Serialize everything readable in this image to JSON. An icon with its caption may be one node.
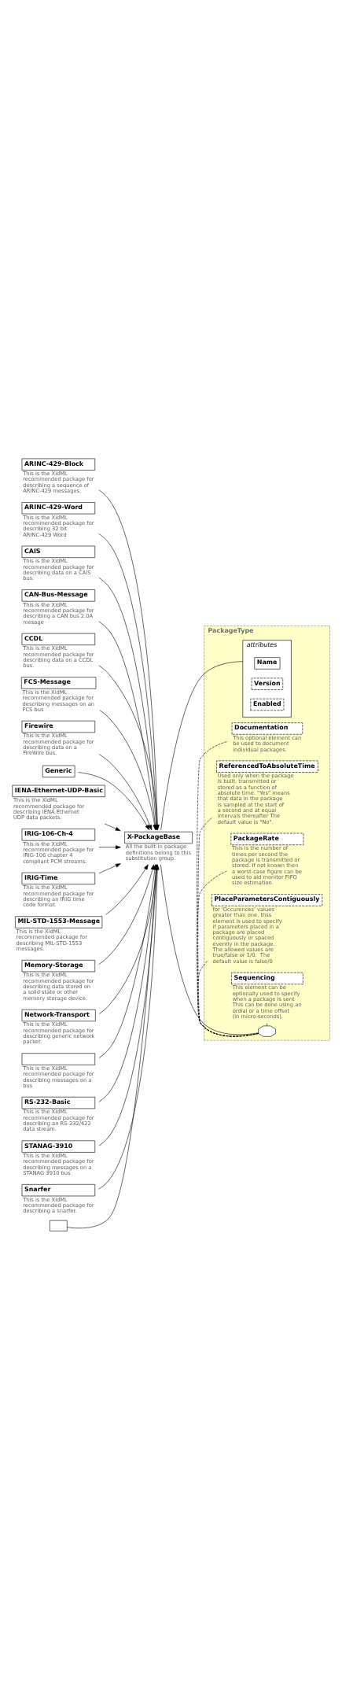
{
  "diagram": {
    "nodes": [
      {
        "text": [
          "X-PackageBase"
        ],
        "beside": [
          "All the built-in package definitions belong to this substitution group."
        ]
      },
      {
        "text": [
          "PackageType"
        ]
      },
      {
        "text": [
          "attributes"
        ],
        "in": 1
      },
      {
        "text": [
          "Name"
        ],
        "in": 2
      },
      {
        "text": [
          "Version"
        ],
        "in": 2
      },
      {
        "text": [
          "Enabled"
        ],
        "in": 2
      },
      {
        "text": [],
        "shape": "octagon",
        "in": 1
      },
      {
        "text": [
          "Documentation"
        ],
        "in": 1,
        "beside": [
          "This optional element can be used to document individual packages."
        ]
      },
      {
        "text": [
          "ReferencedToAbsoluteTime"
        ],
        "in": 1,
        "beside": [
          "Used only when the package is built, transmitted or stored as a function of absolute time. \"Yes\" means that data in the package is sampled at the start of a second and at equal intervals thereafter The default value is \"No\"."
        ]
      },
      {
        "text": [
          "PackageRate"
        ],
        "in": 1,
        "beside": [
          "This is the number of times per second the package is transmitted or stored. If not known then a worst-case figure can be used to aid monitor FIFO size estimation."
        ]
      },
      {
        "text": [
          "PlaceParametersContiguously"
        ],
        "in": 1,
        "beside": [
          "for 'Occurences' values greater than one, thss element is used to specify if parameters placed in a package are placed contiguously or spaced evently in the package.  The allowed values are true/false or 1/0.  The default value is false/0"
        ]
      },
      {
        "text": [
          "Sequencing"
        ],
        "in": 1,
        "beside": [
          "This element can be optionally used to specify when a package is sent  This can be done using an ordial or a time offset (in micro-seconds)."
        ]
      },
      {
        "text": [
          "ARINC-429-Block"
        ],
        "beside": [
          "This is the XidML recommended package for describing a sequence of ARINC-429 messages."
        ]
      },
      {
        "text": [
          "ARINC-429-Word"
        ],
        "beside": [
          "This is the XidML recommended package for describing 32 bit ARINC-429 Word"
        ]
      },
      {
        "text": [
          "CAIS"
        ],
        "beside": [
          "This is the XidML recommended package for describing data on a CAIS bus."
        ]
      },
      {
        "text": [
          "CAN-Bus-Message"
        ],
        "beside": [
          "This is the XidML recommended package for describing a CAN bus 2.0A mesage"
        ]
      },
      {
        "text": [
          "CCDL"
        ],
        "beside": [
          "This is the XidML recommended package for describing data on a CCDL bus."
        ]
      },
      {
        "text": [
          "FCS-Message"
        ],
        "beside": [
          "This is the XidML recommended package for describing messages on an FCS bus"
        ]
      },
      {
        "text": [
          "Firewire"
        ],
        "beside": [
          "This is the XidML recommended package for describing data on a FireWire bus."
        ]
      },
      {
        "text": [
          "Generic"
        ]
      },
      {
        "text": [
          "IENA-Ethernet-UDP-Basic"
        ],
        "beside": [
          "This is the XidML recommended package for describing IENA Ethernet UDP data packets."
        ]
      },
      {
        "text": [
          "IRIG-106-Ch-4"
        ],
        "beside": [
          "This is the XidML recommended package for IRIG-106 chapter 4 compliant PCM streams."
        ]
      },
      {
        "text": [
          "IRIG-Time"
        ],
        "beside": [
          "This is the XidML recommended package for describing an IRIG time code format."
        ]
      },
      {
        "text": [
          "MIL-STD-1553-Message"
        ],
        "beside": [
          "This is the XidML recommended package for describing MIL-STD-1553 messages."
        ]
      },
      {
        "text": [
          "Memory-Storage"
        ],
        "beside": [
          "This is the XidML recommended package for describing data stored on a solid state or other memory storage device."
        ]
      },
      {
        "text": [
          "Network-Transport"
        ],
        "beside": [
          "This is the XidML recommended package for describing generic network packet."
        ]
      },
      {
        "text": [],
        "shape": "box",
        "beside": [
          "This is the XidML recommended package for describing messages on a bus"
        ]
      },
      {
        "text": [
          "RS-232-Basic"
        ],
        "beside": [
          "This is the XidML recommended package for describing an RS-232/422 data stream."
        ]
      },
      {
        "text": [
          "STANAG-3910"
        ],
        "beside": [
          "This is the XidML recommended package for describing messages on a STANAG 3910 bus"
        ]
      },
      {
        "text": [
          "Snarfer"
        ],
        "beside": [
          "This is the XidML recommended package for describing a snarfer."
        ]
      },
      {
        "text": [],
        "shape": "box"
      }
    ],
    "edges": [
      {
        "from": 0,
        "to": 2,
        "arrow": "none"
      },
      {
        "from": 0,
        "to": 6,
        "arrow": "none"
      },
      {
        "from": 6,
        "to": 7,
        "arrow": "none",
        "style": "dashed"
      },
      {
        "from": 6,
        "to": 8,
        "arrow": "none",
        "style": "dashed"
      },
      {
        "from": 6,
        "to": 9,
        "arrow": "none",
        "style": "dashed"
      },
      {
        "from": 6,
        "to": 10,
        "arrow": "none",
        "style": "dashed"
      },
      {
        "from": 6,
        "to": 11,
        "arrow": "none",
        "style": "dashed"
      },
      {
        "from": 12,
        "to": 0,
        "arrow": "to"
      },
      {
        "from": 13,
        "to": 0,
        "arrow": "to"
      },
      {
        "from": 14,
        "to": 0,
        "arrow": "to"
      },
      {
        "from": 15,
        "to": 0,
        "arrow": "to"
      },
      {
        "from": 16,
        "to": 0,
        "arrow": "to"
      },
      {
        "from": 17,
        "to": 0,
        "arrow": "to"
      },
      {
        "from": 18,
        "to": 0,
        "arrow": "to"
      },
      {
        "from": 19,
        "to": 0,
        "arrow": "to"
      },
      {
        "from": 20,
        "to": 0,
        "arrow": "to"
      },
      {
        "from": 21,
        "to": 0,
        "arrow": "to"
      },
      {
        "from": 22,
        "to": 0,
        "arrow": "to"
      },
      {
        "from": 23,
        "to": 0,
        "arrow": "to"
      },
      {
        "from": 24,
        "to": 0,
        "arrow": "to"
      },
      {
        "from": 25,
        "to": 0,
        "arrow": "to"
      },
      {
        "from": 26,
        "to": 0,
        "arrow": "to"
      },
      {
        "from": 27,
        "to": 0,
        "arrow": "to"
      },
      {
        "from": 28,
        "to": 0,
        "arrow": "to"
      },
      {
        "from": 29,
        "to": 0,
        "arrow": "to"
      },
      {
        "from": 30,
        "to": 0,
        "arrow": "to"
      }
    ]
  }
}
